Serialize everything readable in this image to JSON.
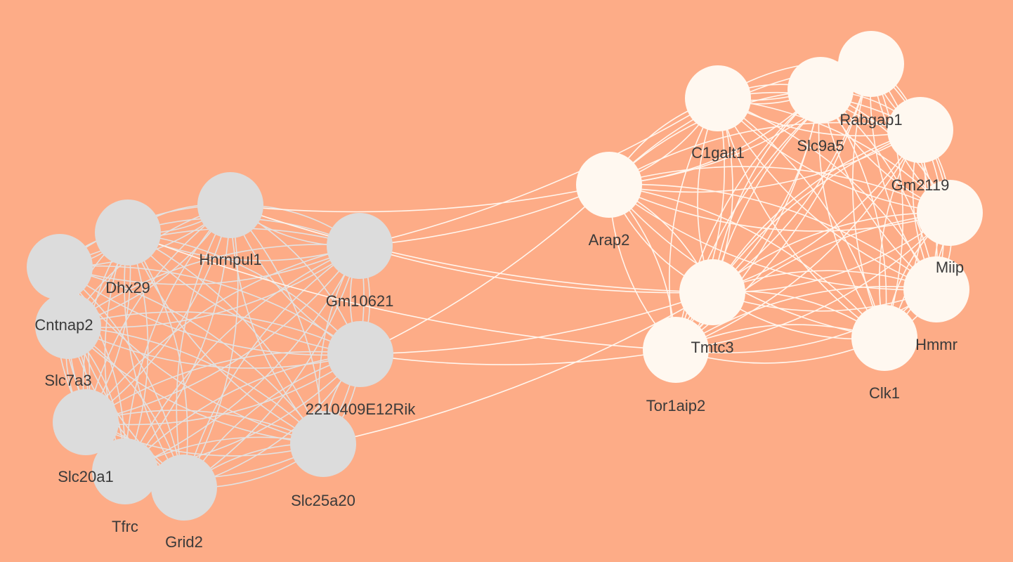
{
  "colors": {
    "background": "#FDAC87",
    "gray_node": "#DCDCDC",
    "white_node": "#FFF8F0",
    "gray_edge": "#E2E2E2",
    "white_edge": "#FFF6EE",
    "label": "#3a3a3a"
  },
  "clusters": [
    {
      "id": "gray",
      "nodes": [
        {
          "id": "Hnrnpul1",
          "label": "Hnrnpul1"
        },
        {
          "id": "Dhx29",
          "label": "Dhx29"
        },
        {
          "id": "Cntnap2",
          "label": "Cntnap2"
        },
        {
          "id": "Slc7a3",
          "label": "Slc7a3"
        },
        {
          "id": "Gm10621",
          "label": "Gm10621"
        },
        {
          "id": "2210409E12Rik",
          "label": "2210409E12Rik"
        },
        {
          "id": "Slc20a1",
          "label": "Slc20a1"
        },
        {
          "id": "Tfrc",
          "label": "Tfrc"
        },
        {
          "id": "Grid2",
          "label": "Grid2"
        },
        {
          "id": "Slc25a20",
          "label": "Slc25a20"
        }
      ]
    },
    {
      "id": "white",
      "nodes": [
        {
          "id": "Arap2",
          "label": "Arap2"
        },
        {
          "id": "C1galt1",
          "label": "C1galt1"
        },
        {
          "id": "Slc9a5",
          "label": "Slc9a5"
        },
        {
          "id": "Rabgap1",
          "label": "Rabgap1"
        },
        {
          "id": "Gm2119",
          "label": "Gm2119"
        },
        {
          "id": "Miip",
          "label": "Miip"
        },
        {
          "id": "Hmmr",
          "label": "Hmmr"
        },
        {
          "id": "Clk1",
          "label": "Clk1"
        },
        {
          "id": "Tmtc3",
          "label": "Tmtc3"
        },
        {
          "id": "Tor1aip2",
          "label": "Tor1aip2"
        }
      ]
    }
  ],
  "bridge_edges": [
    [
      "Hnrnpul1",
      "Arap2"
    ],
    [
      "Hnrnpul1",
      "Tmtc3"
    ],
    [
      "Gm10621",
      "Arap2"
    ],
    [
      "Gm10621",
      "C1galt1"
    ],
    [
      "Gm10621",
      "Tmtc3"
    ],
    [
      "2210409E12Rik",
      "Arap2"
    ],
    [
      "2210409E12Rik",
      "Tmtc3"
    ],
    [
      "2210409E12Rik",
      "Tor1aip2"
    ],
    [
      "Slc25a20",
      "Tmtc3"
    ],
    [
      "Dhx29",
      "Tor1aip2"
    ]
  ]
}
